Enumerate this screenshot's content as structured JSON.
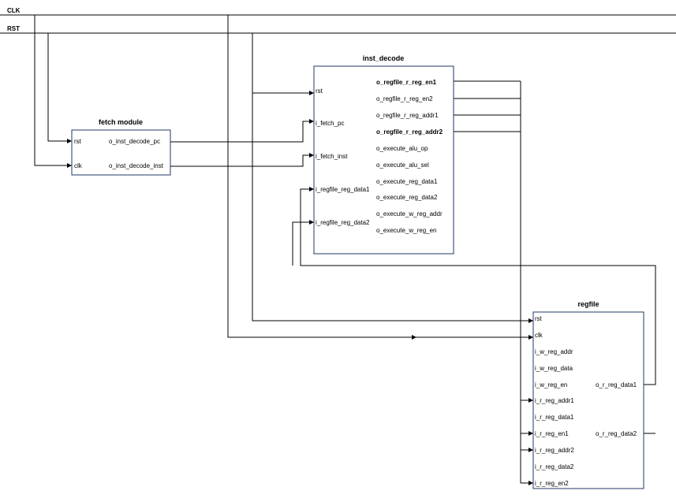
{
  "signals": {
    "clk": "CLK",
    "rst": "RST"
  },
  "fetch": {
    "title": "fetch module",
    "inputs": [
      "rst",
      "clk"
    ],
    "outputs": [
      "o_inst_decode_pc",
      "o_inst_decode_inst"
    ]
  },
  "decode": {
    "title": "inst_decode",
    "inputs": [
      "rst",
      "i_fetch_pc",
      "i_fetch_inst",
      "i_regfile_reg_data1",
      "i_regfile_reg_data2"
    ],
    "outputs": [
      "o_regfile_r_reg_en1",
      "o_regfile_r_reg_en2",
      "o_regfile_r_reg_addr1",
      "o_regfile_r_reg_addr2",
      "o_execute_alu_op",
      "o_execute_alu_sel",
      "o_execute_reg_data1",
      "o_execute_reg_data2",
      "o_execute_w_reg_addr",
      "o_execute_w_reg_en"
    ]
  },
  "regfile": {
    "title": "regfile",
    "inputs": [
      "rst",
      "clk",
      "i_w_reg_addr",
      "i_w_reg_data",
      "i_w_reg_en",
      "i_r_reg_addr1",
      "i_r_reg_data1",
      "i_r_reg_en1",
      "i_r_reg_addr2",
      "i_r_reg_data2",
      "i_r_reg_en2"
    ],
    "outputs": [
      "o_r_reg_data1",
      "o_r_reg_data2"
    ]
  }
}
